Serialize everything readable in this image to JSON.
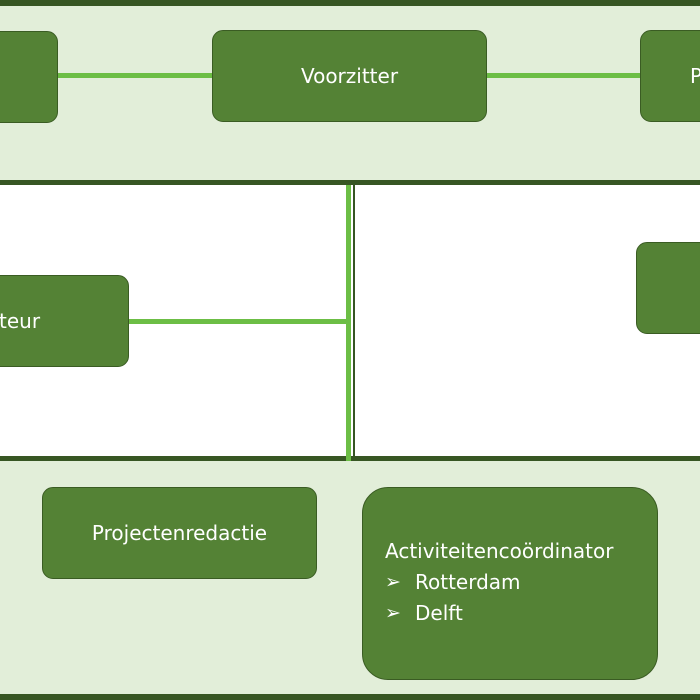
{
  "diagram": {
    "top": {
      "left_label": "",
      "center_label": "Voorzitter",
      "right_label": "P"
    },
    "middle": {
      "left_label": "teur",
      "right_label": ""
    },
    "bottom": {
      "projects_label": "Projectenredactie",
      "activities": {
        "title": "Activiteitencoördinator",
        "items": [
          "Rotterdam",
          "Delft"
        ]
      }
    },
    "colors": {
      "box_fill": "#548235",
      "band_fill": "#e2eed9",
      "band_border": "#375623",
      "connector": "#6cbe45"
    },
    "icons": {
      "list_bullet": "arrow-icon"
    }
  }
}
